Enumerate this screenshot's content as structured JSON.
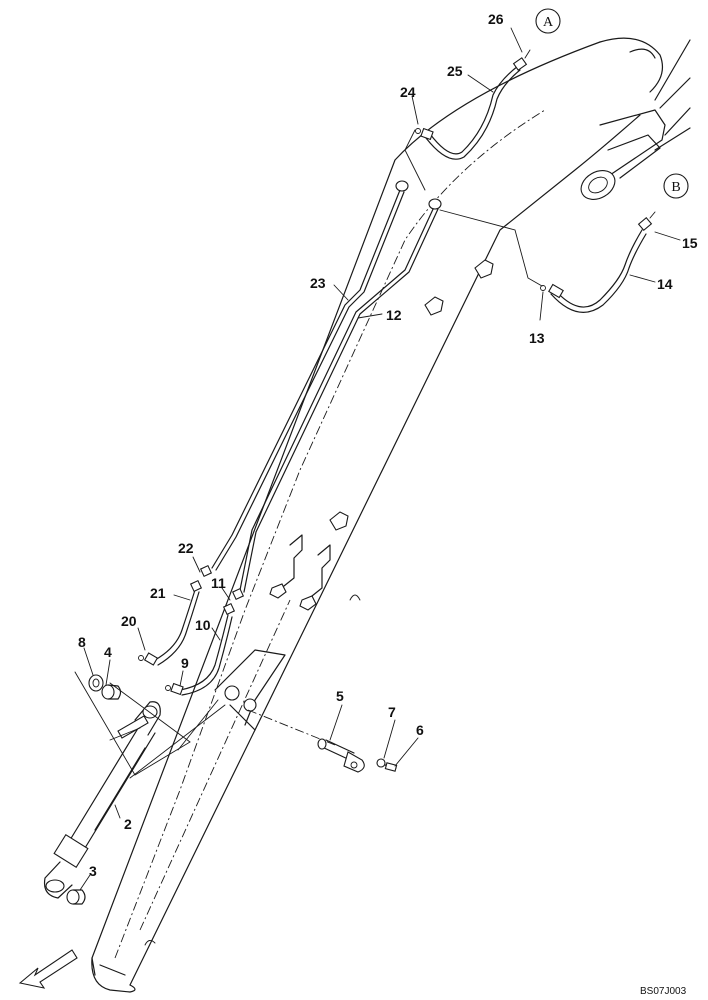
{
  "drawing_code": "BS07J003",
  "connectors": [
    {
      "id": "A",
      "label": "A"
    },
    {
      "id": "B",
      "label": "B"
    }
  ],
  "callouts": [
    {
      "id": "c2",
      "label": "2"
    },
    {
      "id": "c3",
      "label": "3"
    },
    {
      "id": "c4",
      "label": "4"
    },
    {
      "id": "c5",
      "label": "5"
    },
    {
      "id": "c6",
      "label": "6"
    },
    {
      "id": "c7",
      "label": "7"
    },
    {
      "id": "c8",
      "label": "8"
    },
    {
      "id": "c9",
      "label": "9"
    },
    {
      "id": "c10",
      "label": "10"
    },
    {
      "id": "c11",
      "label": "11"
    },
    {
      "id": "c12",
      "label": "12"
    },
    {
      "id": "c13",
      "label": "13"
    },
    {
      "id": "c14",
      "label": "14"
    },
    {
      "id": "c15",
      "label": "15"
    },
    {
      "id": "c20",
      "label": "20"
    },
    {
      "id": "c21",
      "label": "21"
    },
    {
      "id": "c22",
      "label": "22"
    },
    {
      "id": "c23",
      "label": "23"
    },
    {
      "id": "c24",
      "label": "24"
    },
    {
      "id": "c25",
      "label": "25"
    },
    {
      "id": "c26",
      "label": "26"
    }
  ]
}
